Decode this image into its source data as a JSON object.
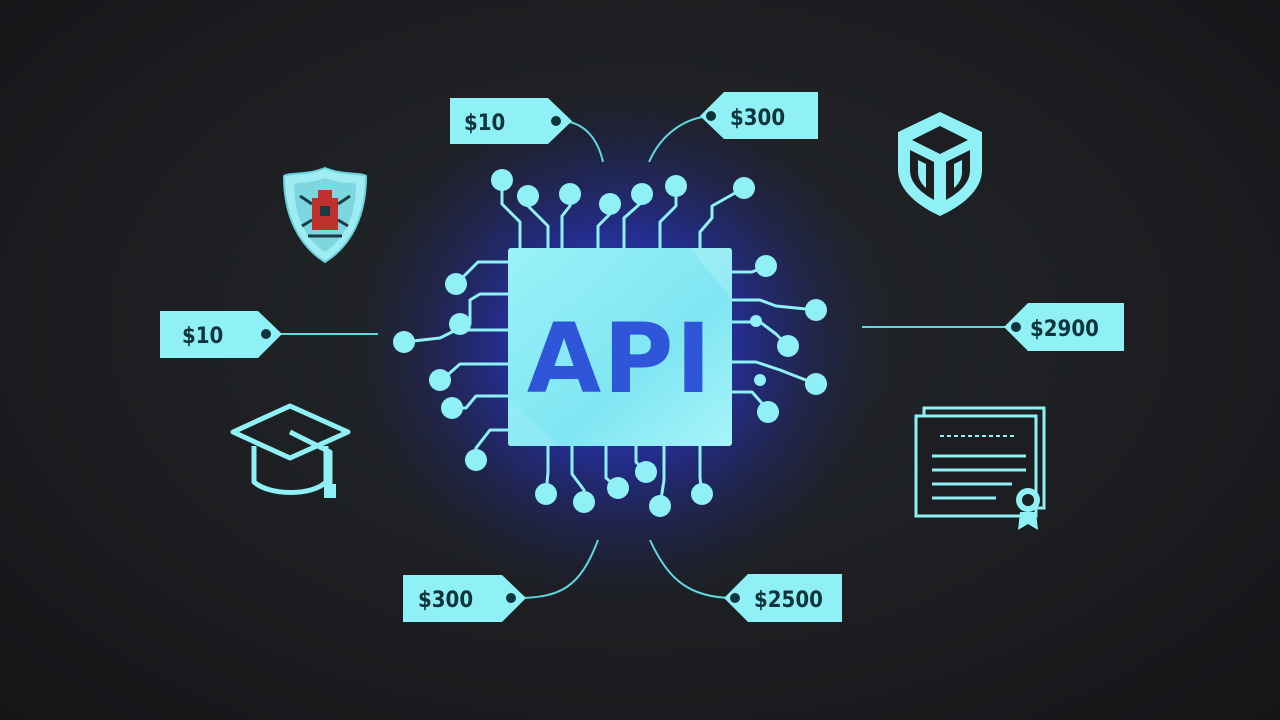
{
  "chip": {
    "label": "API"
  },
  "price_tags": [
    {
      "id": "top-left",
      "label": "$10"
    },
    {
      "id": "top-right",
      "label": "$300"
    },
    {
      "id": "left",
      "label": "$10"
    },
    {
      "id": "right",
      "label": "$2900"
    },
    {
      "id": "bottom-left",
      "label": "$300"
    },
    {
      "id": "bottom-right",
      "label": "$2500"
    }
  ],
  "icons": [
    "shield-crest-icon",
    "cube-shield-icon",
    "graduation-cap-icon",
    "certificate-icon"
  ],
  "colors": {
    "accent": "#8ff0f5",
    "chip_face": "#7fe9f3",
    "chip_text": "#2f56d8",
    "glow": "#2a3cff",
    "crest_red": "#c0302c",
    "background": "#1c1e21"
  }
}
